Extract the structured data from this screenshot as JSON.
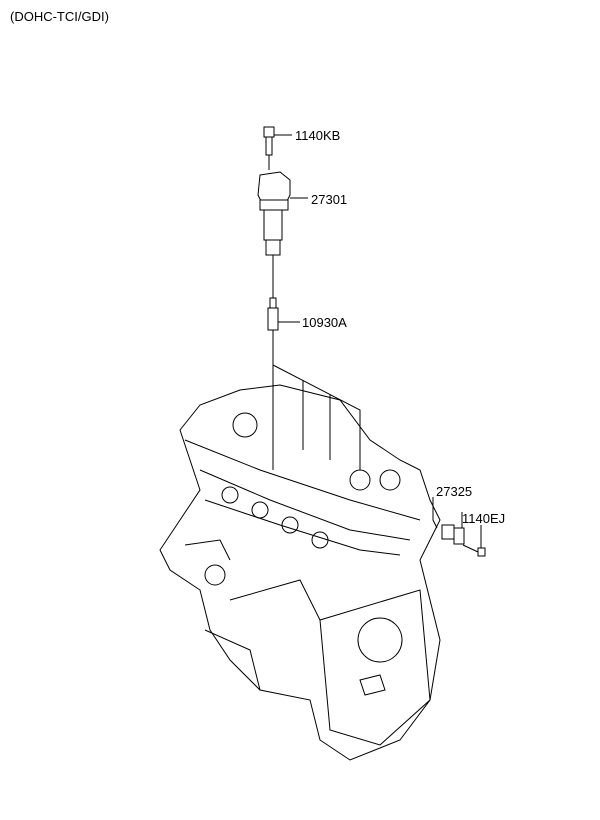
{
  "header": {
    "variant": "(DOHC-TCI/GDI)"
  },
  "parts": [
    {
      "number": "1140KB",
      "name": "bolt"
    },
    {
      "number": "27301",
      "name": "ignition-coil"
    },
    {
      "number": "10930A",
      "name": "spark-plug"
    },
    {
      "number": "27325",
      "name": "sensor"
    },
    {
      "number": "1140EJ",
      "name": "sensor-bolt"
    }
  ]
}
